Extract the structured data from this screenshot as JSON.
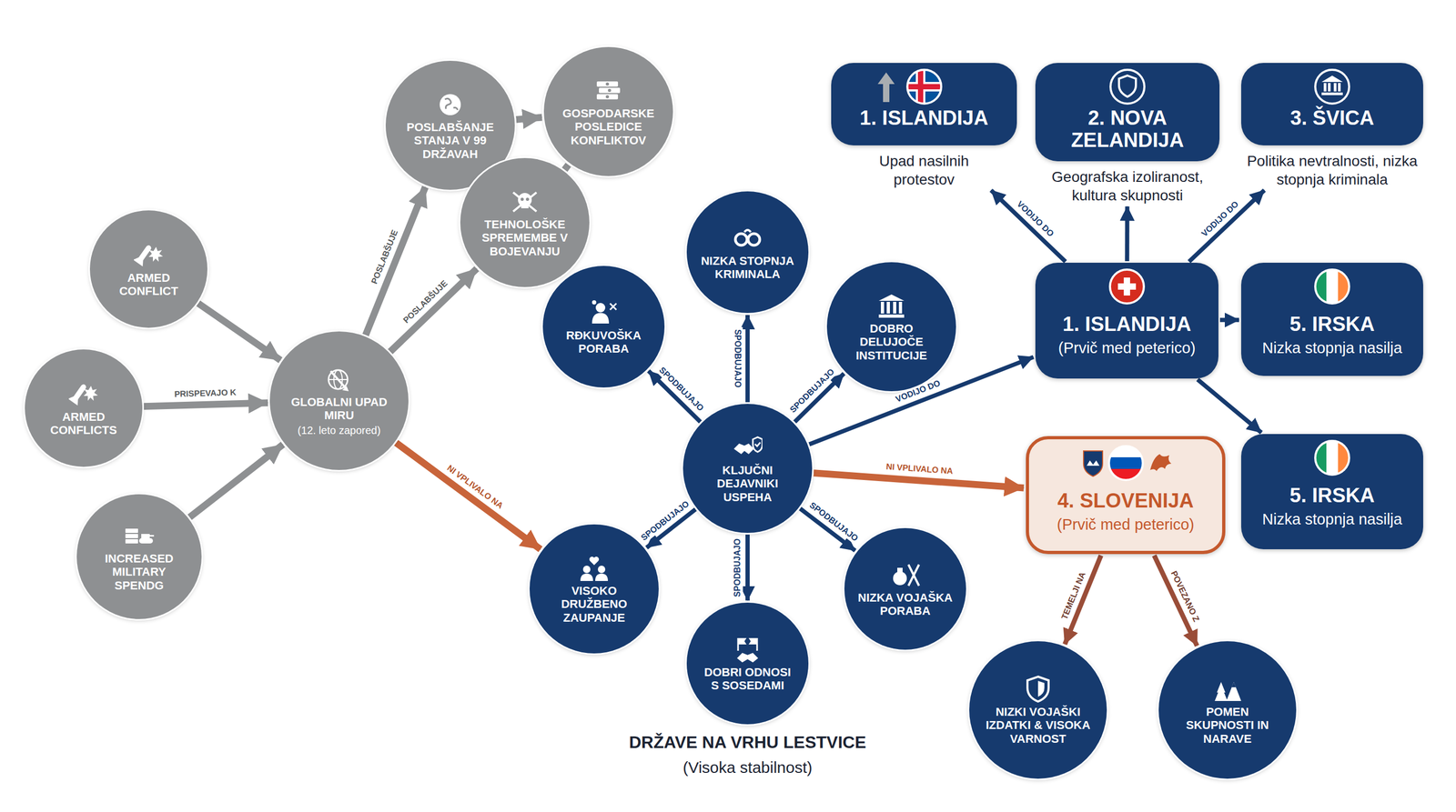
{
  "diagram": {
    "nodes": [
      {
        "text": [
          "ARMED CONFLICT"
        ]
      },
      {
        "text": [
          "ARMED CONFLICTS"
        ]
      },
      {
        "text": [
          "INCREASED MILITARY SPENDG"
        ]
      },
      {
        "text": [
          "GLOBALNI UPAD MIRU",
          "(12. leto zapored)"
        ]
      },
      {
        "text": [
          "POSLABŠANJE STANJA V 99 DRŽAVAH"
        ]
      },
      {
        "text": [
          "GOSPODARSKE POSLEDICE KONFLIKTOV"
        ]
      },
      {
        "text": [
          "TEHNOLOŠKE SPREMEMBE V BOJEVANJU"
        ]
      },
      {
        "text": [
          "RÐKUVOŠKA PORABA"
        ]
      },
      {
        "text": [
          "NIZKA STOPNJA KRIMINALA"
        ]
      },
      {
        "text": [
          "DOBRO DELUJOČE INSTITUCIJE"
        ]
      },
      {
        "text": [
          "KLJUČNI DEJAVNIKI USPEHA"
        ]
      },
      {
        "text": [
          "VISOKO DRUŽBENO ZAUPANJE"
        ]
      },
      {
        "text": [
          "DOBRI ODNOSI S SOSEDAMI"
        ]
      },
      {
        "text": [
          "NIZKA VOJAŠKA PORABA"
        ]
      },
      {
        "text": [
          "1. ISLANDIJA",
          "Upad nasilnih protestov"
        ]
      },
      {
        "text": [
          "2. NOVA ZELANDIJA",
          "Geografska izoliranost, kultura skupnosti"
        ]
      },
      {
        "text": [
          "3. ŠVICA",
          "Politika nevtralnosti, nizka stopnja kriminala"
        ]
      },
      {
        "text": [
          "1. ISLANDIJA",
          "(Prvič med peterico)"
        ]
      },
      {
        "text": [
          "5. IRSKA",
          "Nizka stopnja nasilja"
        ]
      },
      {
        "text": [
          "5. IRSKA",
          "Nizka stopnja nasilja"
        ]
      },
      {
        "text": [
          "4. SLOVENIJA",
          "(Prvič med peterico)"
        ]
      },
      {
        "text": [
          "NIZKI VOJAŠKI IZDATKI & VISOKA VARNOST"
        ]
      },
      {
        "text": [
          "POMEN SKUPNOSTI IN NARAVE"
        ]
      }
    ],
    "edges": [
      {
        "from": 0,
        "to": 3,
        "arrow": "to"
      },
      {
        "from": 1,
        "to": 3,
        "label": "PRISPEVAJO K",
        "arrow": "to"
      },
      {
        "from": 2,
        "to": 3,
        "arrow": "to"
      },
      {
        "from": 3,
        "to": 4,
        "label": "POSLABŠUJE",
        "arrow": "to"
      },
      {
        "from": 3,
        "to": 6,
        "label": "POSLABŠUJE",
        "arrow": "to"
      },
      {
        "from": 4,
        "to": 5,
        "arrow": "to"
      },
      {
        "from": 6,
        "to": 5,
        "arrow": "none"
      },
      {
        "from": 3,
        "to": 11,
        "label": "NI VPLIVALO NA",
        "arrow": "to"
      },
      {
        "from": 10,
        "to": 7,
        "label": "SPODBUJAJO",
        "arrow": "to"
      },
      {
        "from": 10,
        "to": 8,
        "label": "SPODBUJAJO",
        "arrow": "to"
      },
      {
        "from": 10,
        "to": 9,
        "label": "SPODBUJAJO",
        "arrow": "to"
      },
      {
        "from": 10,
        "to": 11,
        "label": "SPODBUJAJO",
        "arrow": "to"
      },
      {
        "from": 10,
        "to": 12,
        "label": "SPODBUJAJO",
        "arrow": "to"
      },
      {
        "from": 10,
        "to": 13,
        "label": "SPODBUJAJO",
        "arrow": "to"
      },
      {
        "from": 10,
        "to": 17,
        "label": "VODIJO DO",
        "arrow": "to"
      },
      {
        "from": 10,
        "to": 20,
        "label": "NI VPLIVALO NA",
        "arrow": "to"
      },
      {
        "from": 17,
        "to": 14,
        "label": "VODIJO DO",
        "arrow": "to"
      },
      {
        "from": 17,
        "to": 15,
        "arrow": "to"
      },
      {
        "from": 17,
        "to": 16,
        "label": "VODIJO DO",
        "arrow": "to"
      },
      {
        "from": 17,
        "to": 18,
        "arrow": "to"
      },
      {
        "from": 17,
        "to": 19,
        "arrow": "to"
      },
      {
        "from": 20,
        "to": 21,
        "label": "TEMELJI NA",
        "arrow": "to"
      },
      {
        "from": 20,
        "to": 22,
        "label": "POVEZANO Z",
        "arrow": "to"
      }
    ],
    "labels": [
      "DRŽAVE NA VRHU LESTVICE",
      "(Visoka stabilnost)"
    ]
  }
}
